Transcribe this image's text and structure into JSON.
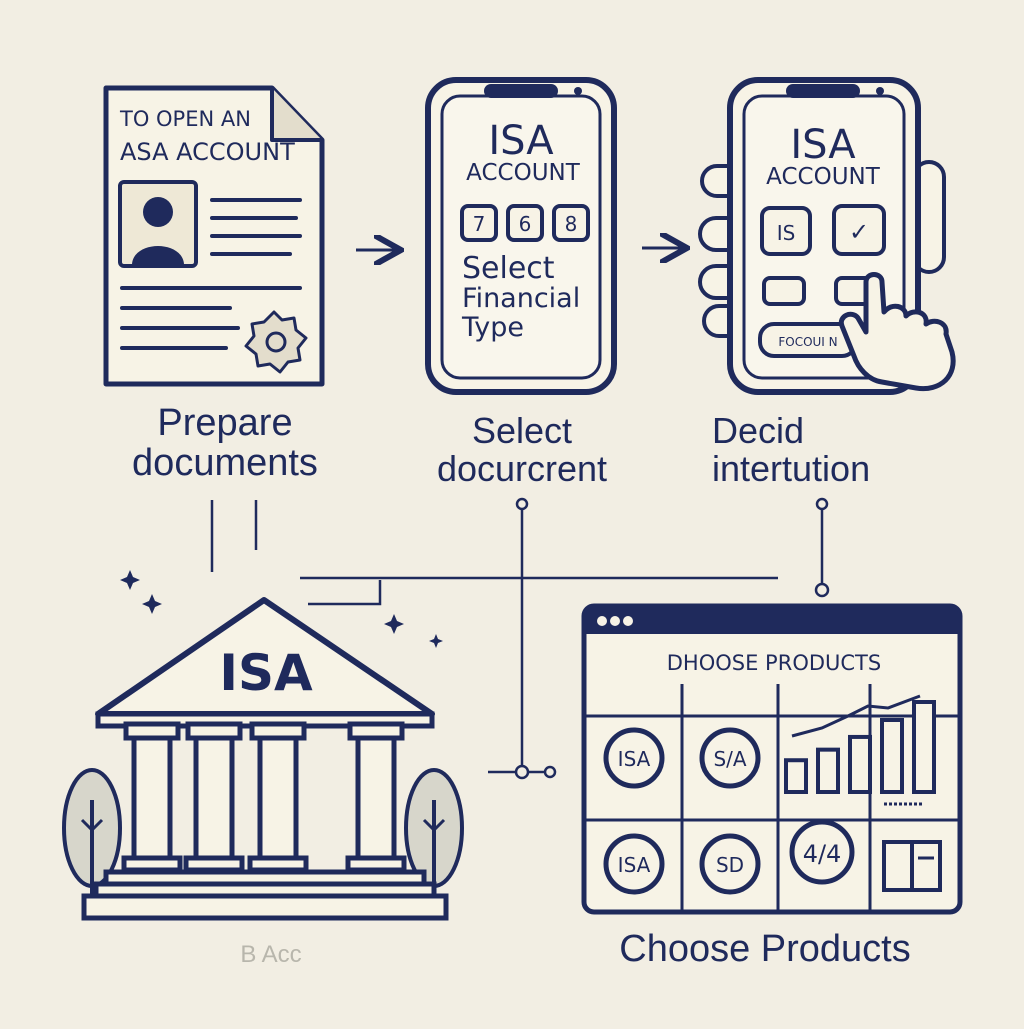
{
  "colors": {
    "background": "#f2eee3",
    "ink": "#1f2a5c",
    "panel": "#f7f3e6"
  },
  "doc": {
    "title_line1": "TO OPEN AN",
    "title_line2": "ASA ACCOUNT"
  },
  "phone1": {
    "title": "ISA",
    "subtitle": "ACCOUNT",
    "buttons": [
      "7",
      "6",
      "8"
    ],
    "text_line1": "Select",
    "text_line2": "Financial",
    "text_line3": "Type"
  },
  "phone2": {
    "title": "ISA",
    "subtitle": "ACCOUNT",
    "buttons": [
      "IS",
      "✓"
    ],
    "bottom_button": "FOCOUI N"
  },
  "steps": {
    "step1_line1": "Prepare",
    "step1_line2": "documents",
    "step2_line1": "Select",
    "step2_line2": "docurcrent",
    "step3_line1": "Decid",
    "step3_line2": "intertution"
  },
  "bank": {
    "label": "ISA",
    "caption": "B Acc"
  },
  "browser": {
    "header": "DHOOSE PRODUCTS",
    "tiles": [
      "ISA",
      "S/A",
      "ISA",
      "SD",
      "4/4"
    ],
    "chart_values": [
      30,
      40,
      52,
      68,
      85
    ]
  },
  "footer": {
    "label": "Choose Products"
  }
}
